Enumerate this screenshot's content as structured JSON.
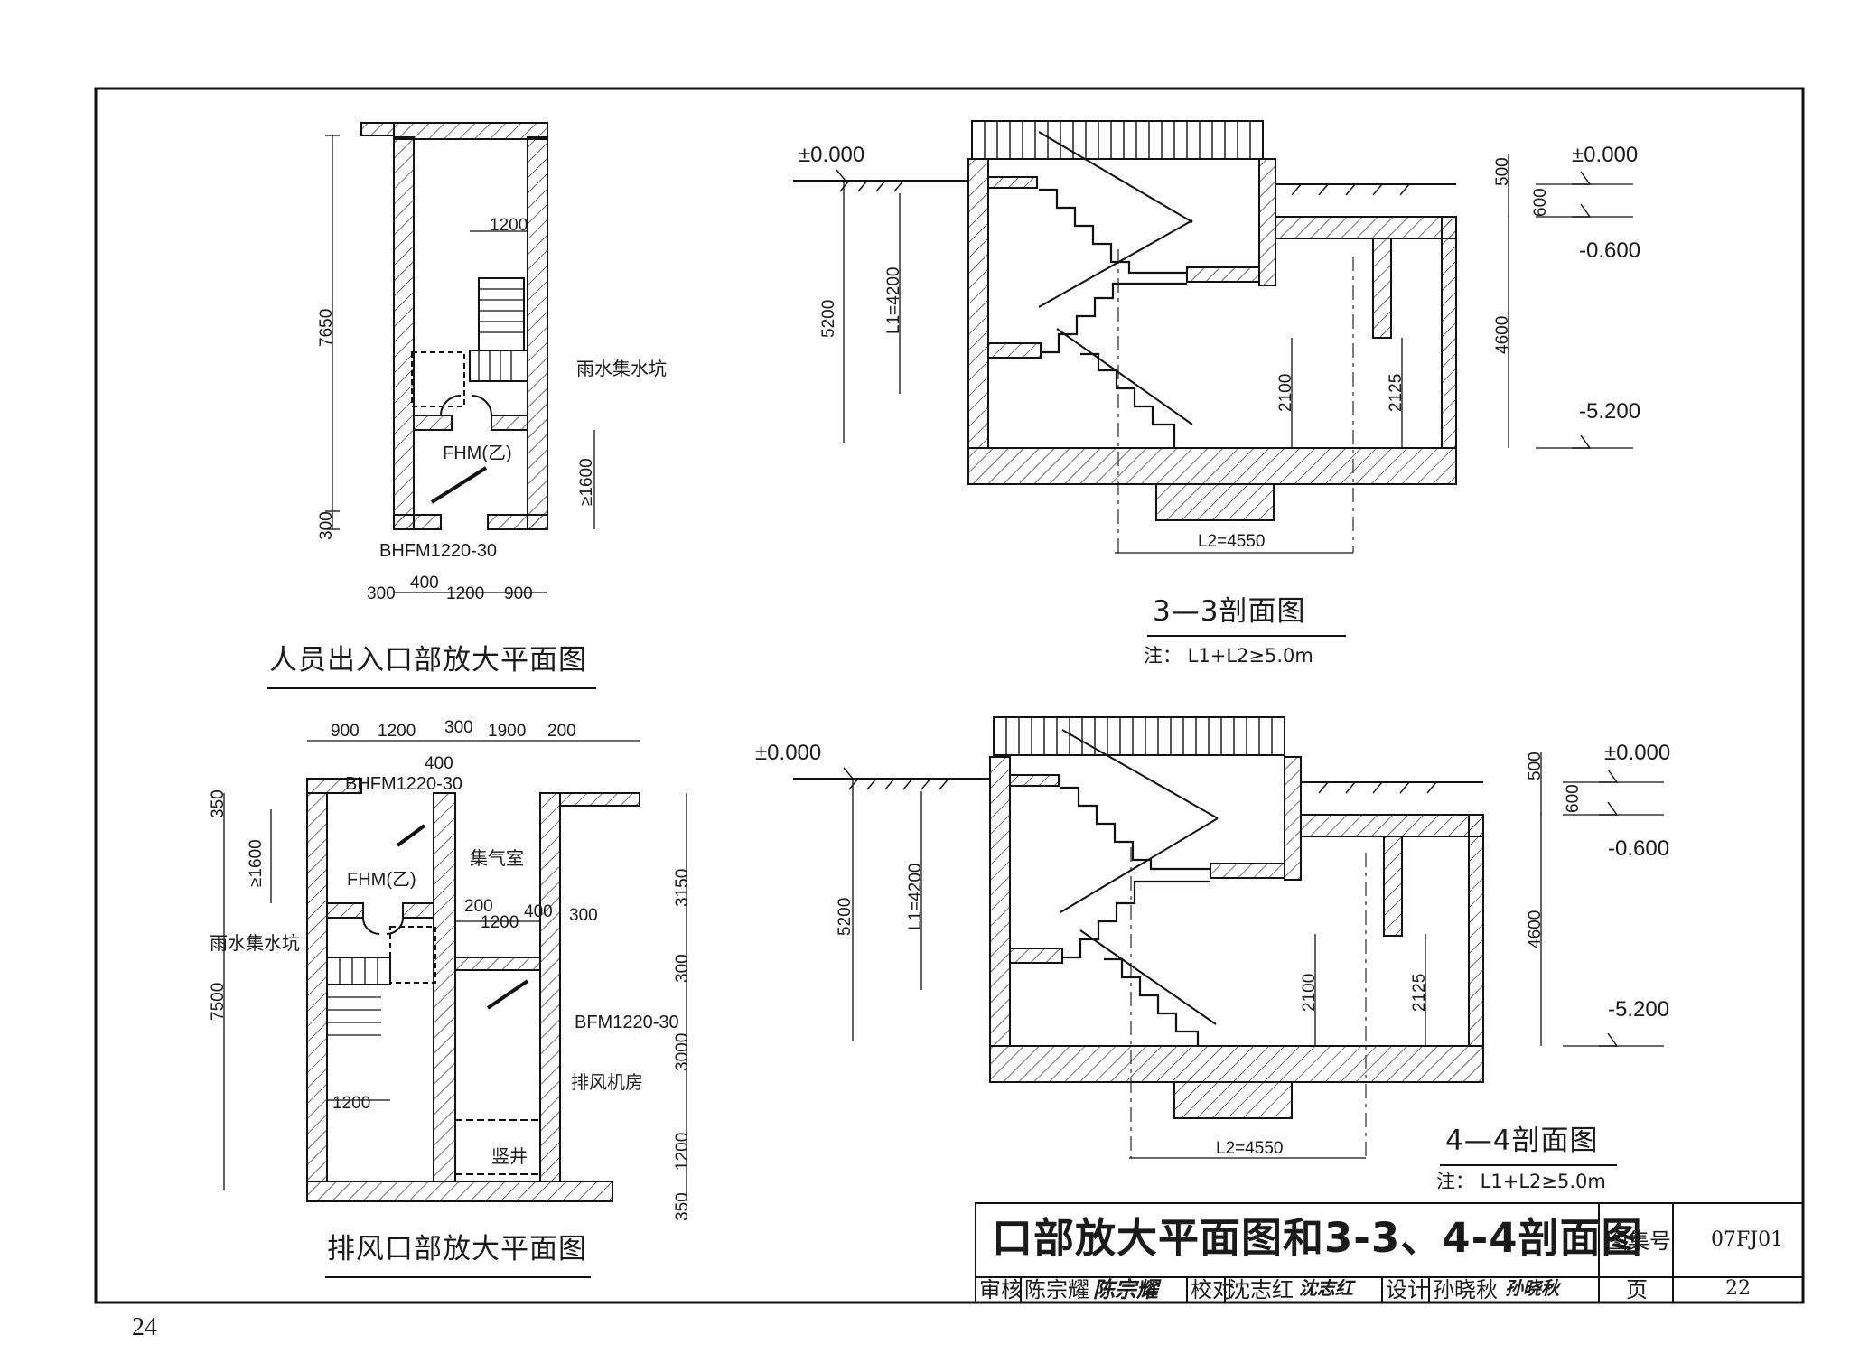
{
  "plan1": {
    "title": "人员出入口部放大平面图",
    "dims": [
      "7650",
      "300",
      "1200",
      "≥1600",
      "300",
      "400",
      "1200",
      "900"
    ],
    "door_main": "FHM(乙)",
    "door_blast": "BHFM1220-30",
    "sump": "雨水集水坑"
  },
  "plan2": {
    "title": "排风口部放大平面图",
    "dims_top": [
      "900",
      "1200",
      "300",
      "1900",
      "200",
      "400"
    ],
    "dims_left": [
      "350",
      "≥1600",
      "7500"
    ],
    "dims_right": [
      "3150",
      "300",
      "3000",
      "1200",
      "350"
    ],
    "dims_inner": [
      "200",
      "1200",
      "400",
      "300",
      "1200"
    ],
    "door_blast": "BHFM1220-30",
    "door_main": "FHM(乙)",
    "door_blast2": "BFM1220-30",
    "sump": "雨水集水坑",
    "room_gas": "集气室",
    "room_fan": "排风机房",
    "room_shaft": "竖井"
  },
  "sec33": {
    "title": "3—3剖面图",
    "note": "注：  L1+L2≥5.0m",
    "elev_left": "±0.000",
    "elev_right_0": "±0.000",
    "elev_right_1": "-0.600",
    "elev_right_2": "-5.200",
    "dims": [
      "5200",
      "L1=4200",
      "2100",
      "2125",
      "4600",
      "500",
      "600",
      "L2=4550"
    ]
  },
  "sec44": {
    "title": "4—4剖面图",
    "note": "注：  L1+L2≥5.0m",
    "elev_left": "±0.000",
    "elev_right_0": "±0.000",
    "elev_right_1": "-0.600",
    "elev_right_2": "-5.200",
    "dims": [
      "5200",
      "L1=4200",
      "2100",
      "2125",
      "4600",
      "500",
      "600",
      "L2=4550"
    ]
  },
  "title_block": {
    "drawing_title": "口部放大平面图和3-3、4-4剖面图",
    "atlas_label": "图集号",
    "atlas_no": "07FJ01",
    "review_label": "审核",
    "reviewer": "陈宗耀",
    "reviewer_sig": "陈宗耀",
    "check_label": "校对",
    "checker": "沈志红",
    "checker_sig": "沈志红",
    "design_label": "设计",
    "designer": "孙晓秋",
    "designer_sig": "孙晓秋",
    "page_label": "页",
    "page_no": "22"
  },
  "book_page": "24"
}
